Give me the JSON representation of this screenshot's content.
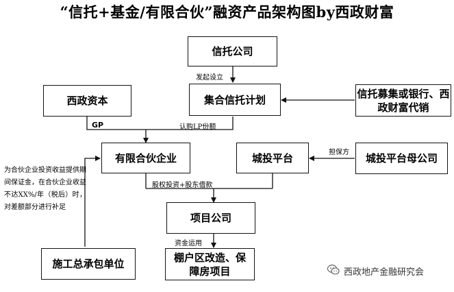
{
  "title": "“信托+基金/有限合伙”融资产品架构图by西政财富",
  "boxes": {
    "trust_company": "信托公司",
    "collective_trust_plan": "集合信托计划",
    "xizheng_capital": "西政资本",
    "trust_raising": "信托募集或银行、西政财富代销",
    "limited_partnership": "有限合伙企业",
    "chengtou_platform": "城投平台",
    "chengtou_parent": "城投平台母公司",
    "project_company": "项目公司",
    "general_contractor": "施工总承包单位",
    "shantytown_project": "棚户区改造、保障房项目"
  },
  "labels": {
    "initiate": "发起设立",
    "gp": "GP",
    "subscribe_lp": "认购LP份额",
    "guarantee": "担保方",
    "equity_loan": "股权投资+股东借款",
    "fund_use": "资金运用"
  },
  "note": "为合伙企业投资收益提供期间保证金，在合伙企业收益不达XX%/年（税后）时，对差额部分进行补足",
  "watermark": "西政地产金融研究会",
  "icons": {
    "watermark_icon": "wechat-icon"
  }
}
